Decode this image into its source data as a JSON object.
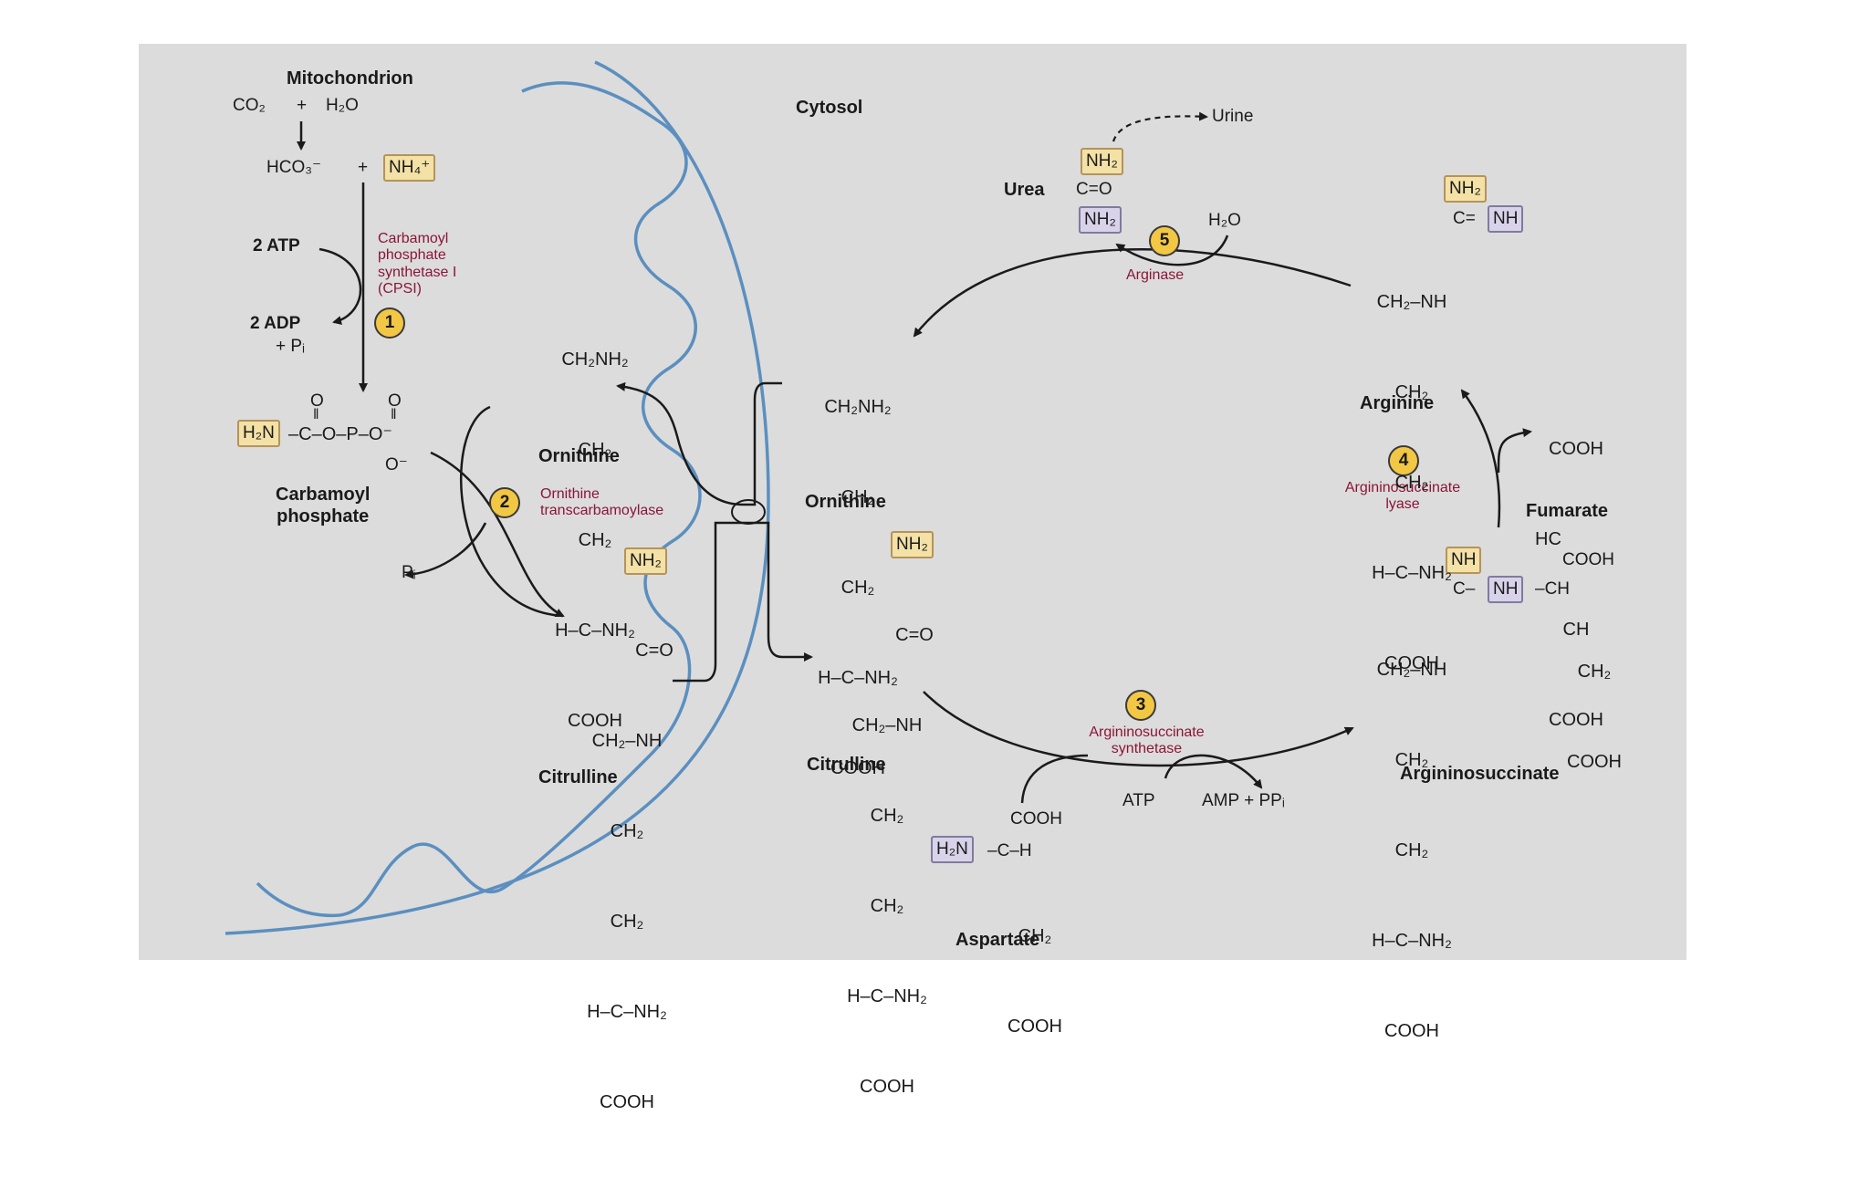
{
  "compartments": {
    "mitochondrion": "Mitochondrion",
    "cytosol": "Cytosol"
  },
  "inputs": {
    "co2": "CO₂",
    "plus": "+",
    "h2o": "H₂O",
    "hco3": "HCO₃⁻",
    "nh4": "NH₄⁺"
  },
  "step1": {
    "number": "1",
    "atp": "2 ATP",
    "adp": "2 ADP",
    "pi": "+ Pᵢ",
    "enzyme_lines": [
      "Carbamoyl",
      "phosphate",
      "synthetase I",
      "(CPSI)"
    ]
  },
  "carbamoyl_phosphate": {
    "o_top1": "O",
    "o_top2": "O",
    "dbl1": "‖",
    "dbl2": "‖",
    "h2n": "H₂N",
    "chain": "–C–O–P–O⁻",
    "o_bottom": "O⁻",
    "name_lines": [
      "Carbamoyl",
      "phosphate"
    ]
  },
  "step2": {
    "number": "2",
    "pi": "Pᵢ",
    "enzyme_lines": [
      "Ornithine",
      "transcarbamoylase"
    ]
  },
  "ornithine_mito": {
    "lines": [
      "CH₂NH₂",
      "CH₂",
      "CH₂",
      "H–C–NH₂",
      "COOH"
    ],
    "name": "Ornithine"
  },
  "citrulline_mito": {
    "nh2": "NH₂",
    "lines": [
      "C=O",
      "CH₂–NH",
      "CH₂",
      "CH₂",
      "H–C–NH₂",
      "COOH"
    ],
    "name": "Citrulline"
  },
  "ornithine_cyto": {
    "lines": [
      "CH₂NH₂",
      "CH₂",
      "CH₂",
      "H–C–NH₂",
      "COOH"
    ],
    "name": "Ornithine"
  },
  "citrulline_cyto": {
    "nh2": "NH₂",
    "lines": [
      "C=O",
      "CH₂–NH",
      "CH₂",
      "CH₂",
      "H–C–NH₂",
      "COOH"
    ],
    "name": "Citrulline"
  },
  "step3": {
    "number": "3",
    "enzyme_lines": [
      "Argininosuccinate",
      "synthetase"
    ],
    "atp": "ATP",
    "products": "AMP + PPᵢ"
  },
  "aspartate": {
    "cooh_top": "COOH",
    "h2n": "H₂N",
    "center": "–C–H",
    "lines": [
      "CH₂",
      "COOH"
    ],
    "name": "Aspartate"
  },
  "argininosuccinate": {
    "nh_top": "NH",
    "c_link": "C–",
    "nh_mid": "NH",
    "ch": "–CH",
    "cooh_top": "COOH",
    "right_lines": [
      "CH₂",
      "COOH"
    ],
    "left_lines": [
      "CH₂–NH",
      "CH₂",
      "CH₂",
      "H–C–NH₂",
      "COOH"
    ],
    "name": "Argininosuccinate"
  },
  "step4": {
    "number": "4",
    "enzyme_lines": [
      "Argininosuccinate",
      "lyase"
    ]
  },
  "fumarate": {
    "lines": [
      "COOH",
      "HC",
      "CH",
      "COOH"
    ],
    "name": "Fumarate"
  },
  "arginine": {
    "nh2": "NH₂",
    "c": "C=",
    "nh": "NH",
    "lines": [
      "CH₂–NH",
      "CH₂",
      "CH₂",
      "H–C–NH₂",
      "COOH"
    ],
    "name": "Arginine"
  },
  "step5": {
    "number": "5",
    "enzyme": "Arginase",
    "h2o": "H₂O"
  },
  "urea": {
    "label": "Urea",
    "nh2_top": "NH₂",
    "co": "C=O",
    "nh2_bottom": "NH₂",
    "urine": "Urine"
  },
  "colors": {
    "background": "#dcdcdc",
    "membrane": "#5b8fbf",
    "enzyme_text": "#8b1538",
    "step_badge": "#f2c744",
    "nitrogen_box": "#f3e1a6",
    "aspartate_box": "#d9d3ea"
  }
}
